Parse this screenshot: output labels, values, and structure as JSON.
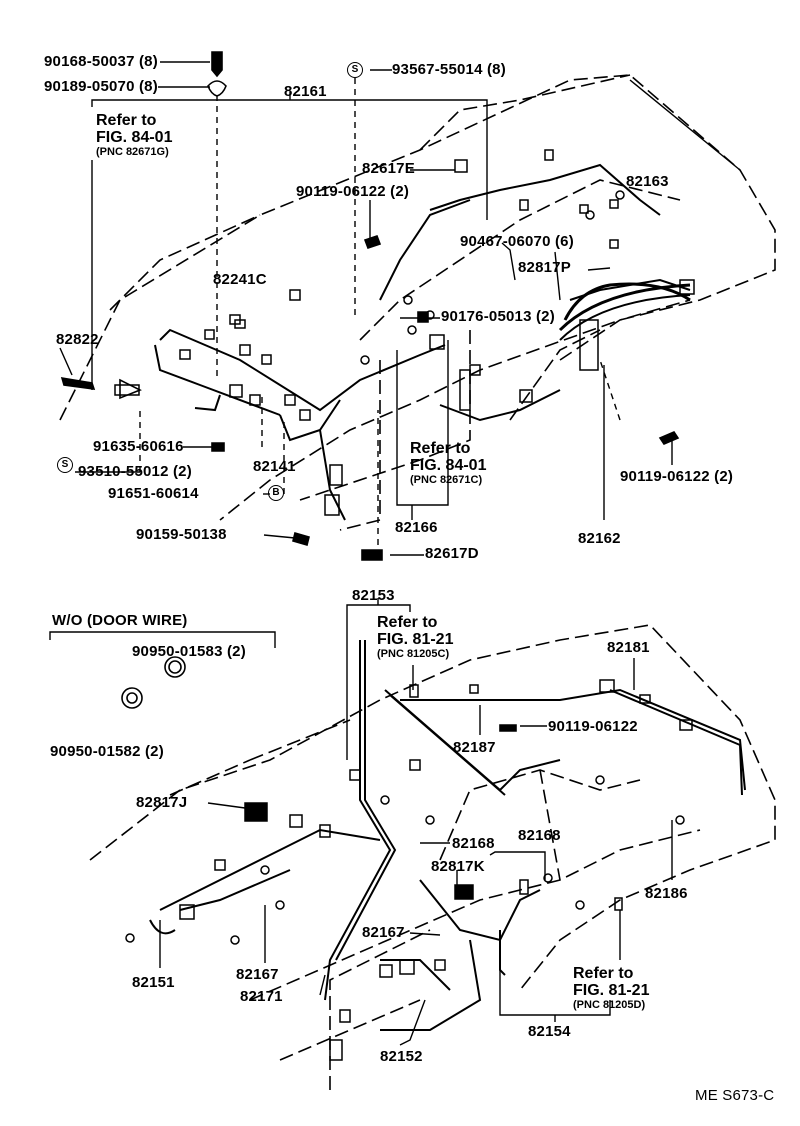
{
  "diagram_code": "ME S673-C",
  "upper": {
    "labels": {
      "screw_90168": "90168-50037 (8)",
      "clip_90189": "90189-05070 (8)",
      "clip_93567": "93567-55014 (8)",
      "p82161": "82161",
      "p82617E": "82617E",
      "bolt_90119_a": "90119-06122 (2)",
      "p82163": "82163",
      "clip_90467": "90467-06070 (6)",
      "p82241C": "82241C",
      "p82817P": "82817P",
      "p82822": "82822",
      "clip_90176": "90176-05013 (2)",
      "p91635": "91635-60616",
      "clip_93510": "93510-55012 (2)",
      "p82141": "82141",
      "bolt_90119_b": "90119-06122 (2)",
      "p91651": "91651-60614",
      "p90159": "90159-50138",
      "p82166": "82166",
      "p82162": "82162",
      "p82617D": "82617D"
    },
    "symbols": {
      "s1": "S",
      "s2": "S",
      "b1": "B"
    },
    "refer_g": {
      "line1": "Refer to",
      "line2": "FIG. 84-01",
      "line3": "(PNC 82671G)"
    },
    "refer_c": {
      "line1": "Refer to",
      "line2": "FIG. 84-01",
      "line3": "(PNC 82671C)"
    }
  },
  "lower": {
    "door_wire_heading": "W/O  (DOOR WIRE)",
    "labels": {
      "grommet_01583": "90950-01583 (2)",
      "grommet_01582": "90950-01582 (2)",
      "p82153": "82153",
      "p82181": "82181",
      "bolt_90119": "90119-06122",
      "p82187": "82187",
      "p82817J": "82817J",
      "p82168_a": "82168",
      "p82168_b": "82168",
      "p82817K": "82817K",
      "p82186": "82186",
      "p82167_a": "82167",
      "p82151": "82151",
      "p82167_b": "82167",
      "p82171": "82171",
      "p82154": "82154",
      "p82152": "82152"
    },
    "refer_c": {
      "line1": "Refer to",
      "line2": "FIG. 81-21",
      "line3": "(PNC 81205C)"
    },
    "refer_d": {
      "line1": "Refer to",
      "line2": "FIG. 81-21",
      "line3": "(PNC 81205D)"
    }
  }
}
